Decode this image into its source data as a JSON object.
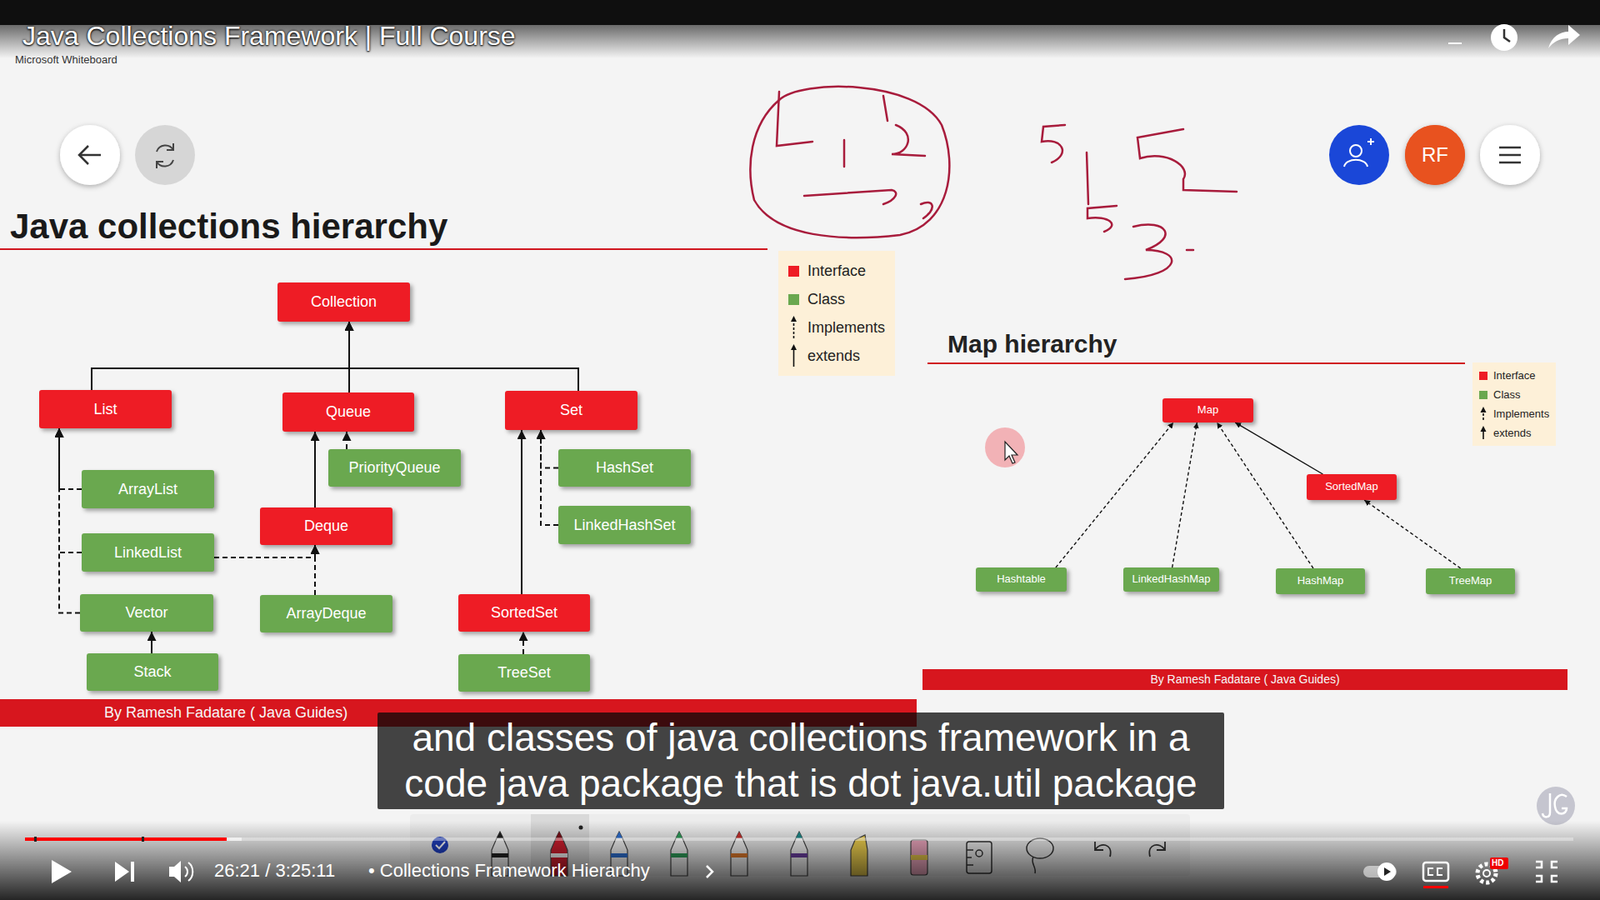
{
  "diagram": {
    "title": "Java collections hierarchy",
    "nodes": [
      {
        "text": [
          "RF"
        ]
      },
      {
        "text": [
          "Collection"
        ]
      },
      {
        "text": [
          "List"
        ]
      },
      {
        "text": [
          "Queue"
        ]
      },
      {
        "text": [
          "Set"
        ]
      },
      {
        "text": [
          "ArrayList"
        ]
      },
      {
        "text": [
          "PriorityQueue"
        ]
      },
      {
        "text": [
          "HashSet"
        ]
      },
      {
        "text": [
          "Deque"
        ]
      },
      {
        "text": [
          "LinkedHashSet"
        ]
      },
      {
        "text": [
          "LinkedList"
        ]
      },
      {
        "text": [
          "Vector"
        ]
      },
      {
        "text": [
          "ArrayDeque"
        ]
      },
      {
        "text": [
          "SortedSet"
        ]
      },
      {
        "text": [
          "Stack"
        ]
      },
      {
        "text": [
          "TreeSet"
        ]
      },
      {
        "text": [
          "Map"
        ]
      },
      {
        "text": [
          "SortedMap"
        ]
      },
      {
        "text": [
          "Hashtable"
        ]
      },
      {
        "text": [
          "LinkedHashMap"
        ]
      },
      {
        "text": [
          "HashMap"
        ]
      },
      {
        "text": [
          "TreeMap"
        ]
      },
      {
        "text": [
          "By Ramesh Fadatare ( Java Guides)"
        ]
      },
      {
        "text": [
          "By Ramesh Fadatare ( Java Guides)"
        ]
      },
      {
        "text": [
          "and classes of java collections framework in a code java package that is dot java.util package"
        ]
      }
    ],
    "edges": [
      {
        "from": 2,
        "to": 1,
        "arrow": "to"
      },
      {
        "from": 3,
        "to": 1,
        "arrow": "to"
      },
      {
        "from": 4,
        "to": 1,
        "arrow": "to"
      },
      {
        "from": 5,
        "to": 2,
        "arrow": "to"
      },
      {
        "from": 10,
        "to": 2,
        "arrow": "to"
      },
      {
        "from": 11,
        "to": 2,
        "arrow": "to"
      },
      {
        "from": 14,
        "to": 11,
        "arrow": "to"
      },
      {
        "from": 6,
        "to": 3,
        "arrow": "to"
      },
      {
        "from": 8,
        "to": 3,
        "arrow": "to"
      },
      {
        "from": 12,
        "to": 8,
        "arrow": "to"
      },
      {
        "from": 10,
        "to": 8,
        "arrow": "to"
      },
      {
        "from": 7,
        "to": 4,
        "arrow": "to"
      },
      {
        "from": 9,
        "to": 4,
        "arrow": "to"
      },
      {
        "from": 13,
        "to": 4,
        "arrow": "to"
      },
      {
        "from": 15,
        "to": 13,
        "arrow": "to"
      },
      {
        "from": 18,
        "to": 16,
        "arrow": "to"
      },
      {
        "from": 19,
        "to": 16,
        "arrow": "to"
      },
      {
        "from": 20,
        "to": 16,
        "arrow": "to"
      },
      {
        "from": 17,
        "to": 16,
        "arrow": "to"
      },
      {
        "from": 21,
        "to": 17,
        "arrow": "to"
      }
    ],
    "labels": [
      "Java Collections Framework | Full Course",
      "Microsoft Whiteboard",
      "Map hierarchy",
      "26:21 / 3:25:11",
      "• Collections Framework Hierarchy",
      "HD"
    ],
    "legend": [
      {
        "text": "Interface",
        "color": "#ee1c25"
      },
      {
        "text": "Class",
        "color": "#6aa84f"
      },
      {
        "text": "Implements"
      },
      {
        "text": "extends"
      },
      {
        "text": "Interface",
        "color": "#ee1c25"
      },
      {
        "text": "Class",
        "color": "#6aa84f"
      },
      {
        "text": "Implements"
      },
      {
        "text": "extends"
      }
    ]
  }
}
